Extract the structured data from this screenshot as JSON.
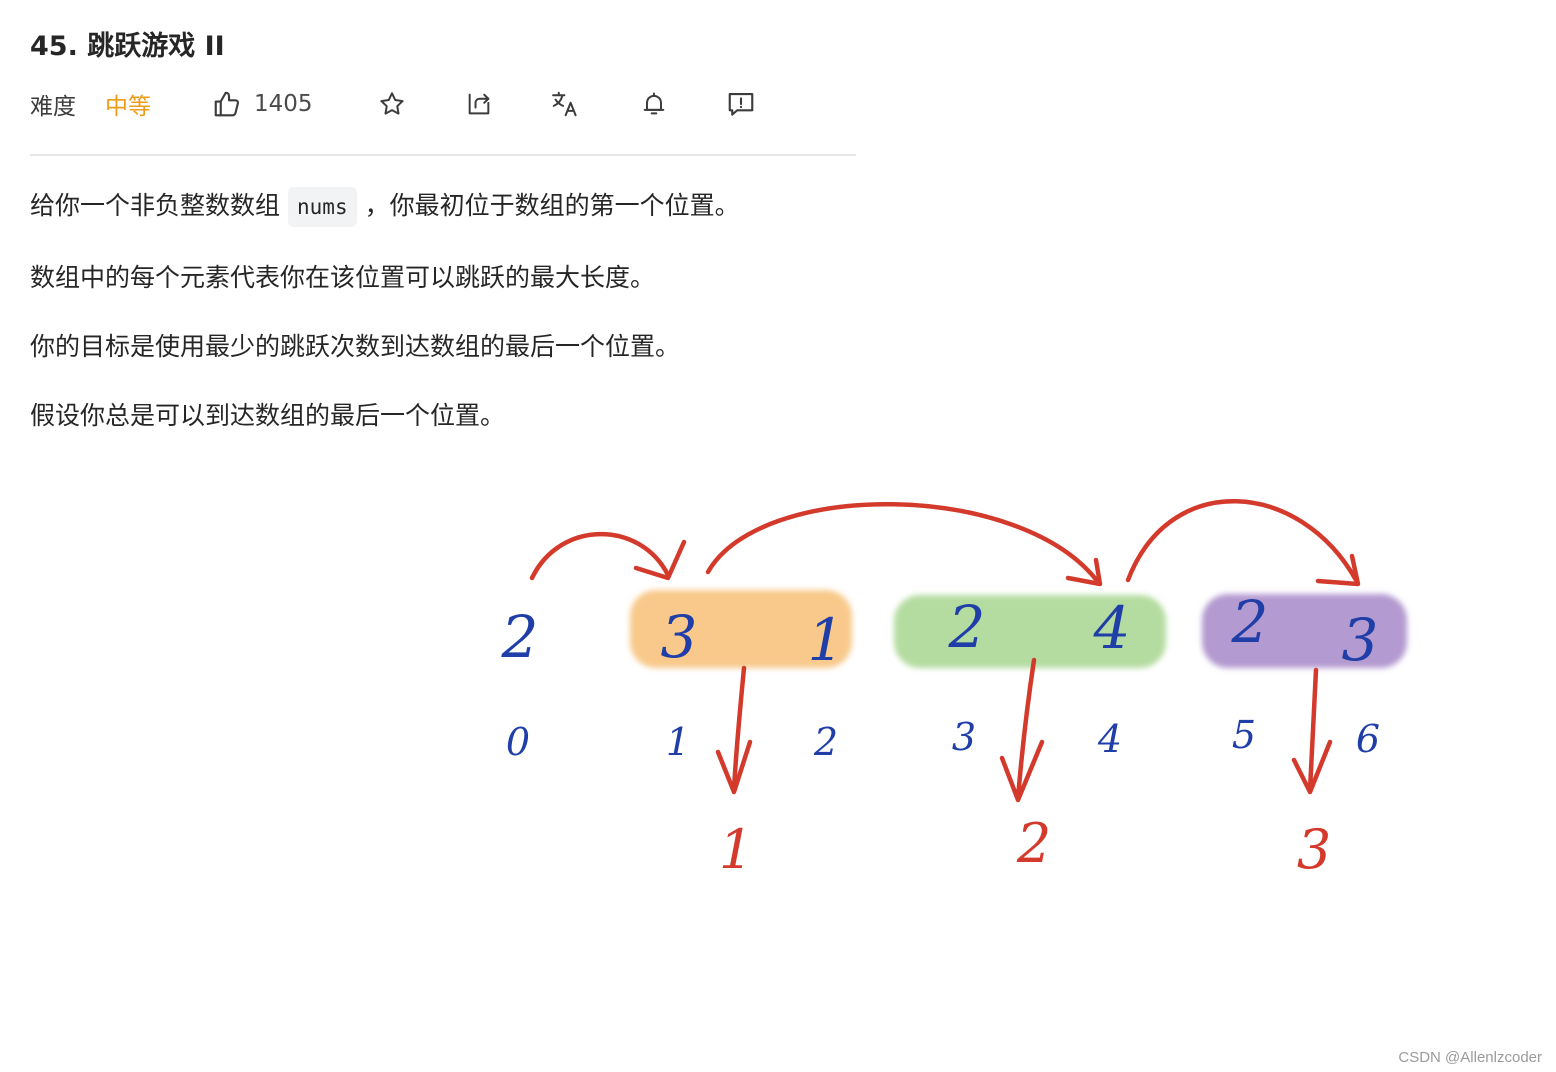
{
  "problem": {
    "title": "45. 跳跃游戏 II",
    "difficulty_label": "难度",
    "difficulty_value": "中等",
    "likes": "1405",
    "difficulty_color": "#ef9b1a"
  },
  "toolbar_icons": [
    "thumbs-up-icon",
    "star-icon",
    "share-icon",
    "translate-icon",
    "bell-icon",
    "feedback-icon"
  ],
  "description": {
    "p1_before": "给你一个非负整数数组",
    "p1_code": "nums",
    "p1_after": "，你最初位于数组的第一个位置。",
    "p2": "数组中的每个元素代表你在该位置可以跳跃的最大长度。",
    "p3": "你的目标是使用最少的跳跃次数到达数组的最后一个位置。",
    "p4": "假设你总是可以到达数组的最后一个位置。"
  },
  "diagram": {
    "values": [
      "2",
      "3",
      "1",
      "2",
      "4",
      "2",
      "3"
    ],
    "indices": [
      "0",
      "1",
      "2",
      "3",
      "4",
      "5",
      "6"
    ],
    "step_labels": [
      "1",
      "2",
      "3"
    ],
    "group_colors": [
      "#f8c98a",
      "#b4dca0",
      "#b39ad0"
    ],
    "ink_color": "#1f3ea8",
    "arrow_color": "#d43a2c"
  },
  "watermark": "CSDN @Allenlzcoder"
}
